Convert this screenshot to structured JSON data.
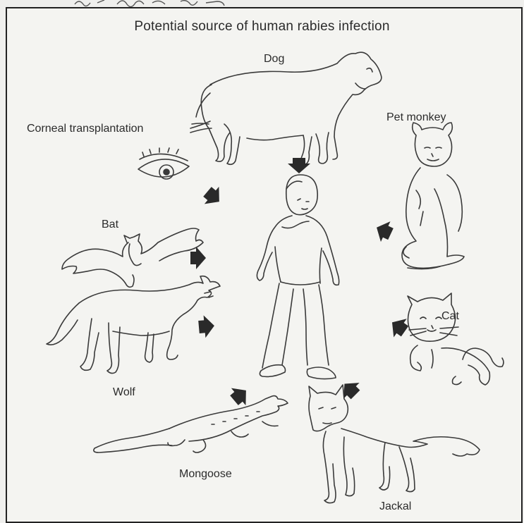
{
  "title": "Potential source of human rabies infection",
  "labels": {
    "dog": "Dog",
    "corneal": "Corneal transplantation",
    "pet_monkey": "Pet monkey",
    "bat": "Bat",
    "wolf": "Wolf",
    "cat": "Cat",
    "mongoose": "Mongoose",
    "jackal": "Jackal"
  },
  "colors": {
    "line": "#3a3a3a",
    "arrow": "#2a2a2a",
    "paper": "#f4f4f1"
  }
}
